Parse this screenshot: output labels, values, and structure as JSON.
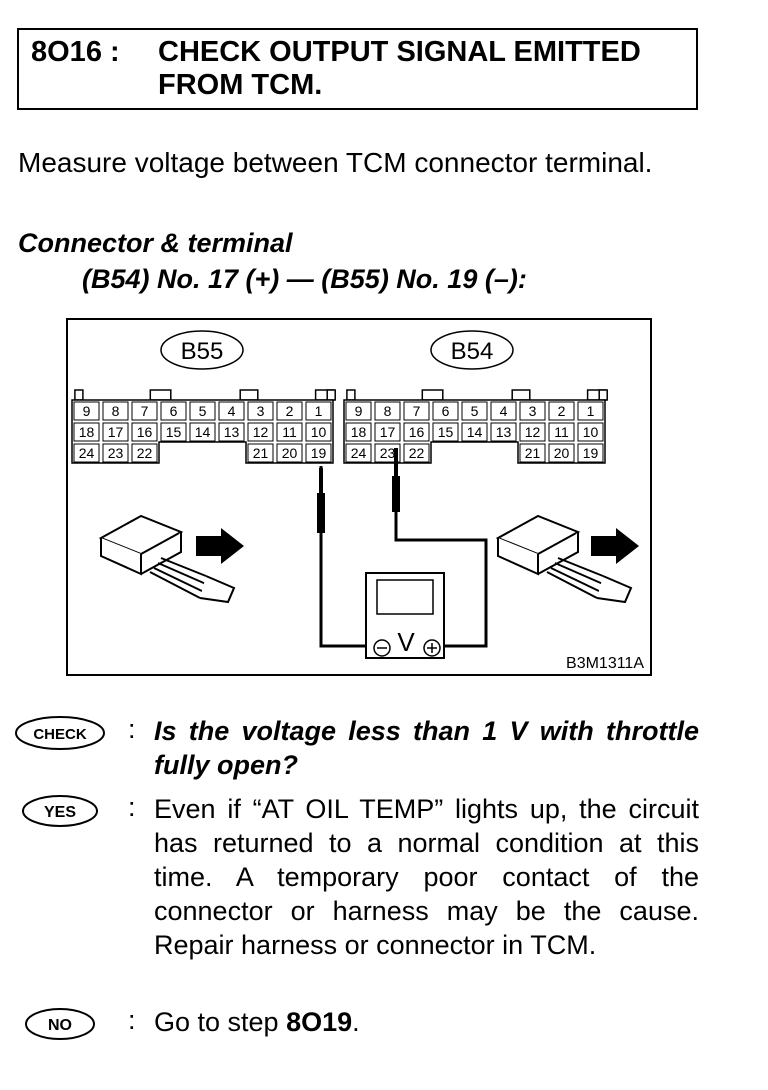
{
  "step": {
    "number": "8O16 :",
    "title": "CHECK OUTPUT SIGNAL EMITTED FROM TCM."
  },
  "intro": "Measure voltage between TCM connector terminal.",
  "connector": {
    "heading": "Connector & terminal",
    "terminals": "(B54) No. 17 (+) — (B55) No. 19 (–):"
  },
  "figure": {
    "label_b55": "B55",
    "label_b54": "B54",
    "b55_pins": {
      "row1": [
        "9",
        "8",
        "7",
        "6",
        "5",
        "4",
        "3",
        "2",
        "1"
      ],
      "row2": [
        "18",
        "17",
        "16",
        "15",
        "14",
        "13",
        "12",
        "11",
        "10"
      ],
      "row3_left": [
        "24",
        "23",
        "22"
      ],
      "row3_right": [
        "21",
        "20",
        "19"
      ]
    },
    "b54_pins": {
      "row1": [
        "9",
        "8",
        "7",
        "6",
        "5",
        "4",
        "3",
        "2",
        "1"
      ],
      "row2": [
        "18",
        "17",
        "16",
        "15",
        "14",
        "13",
        "12",
        "11",
        "10"
      ],
      "row3_left": [
        "24",
        "23",
        "22"
      ],
      "row3_right": [
        "21",
        "20",
        "19"
      ]
    },
    "meter_letter": "V",
    "code": "B3M1311A"
  },
  "check": {
    "badge": "CHECK",
    "colon": ":",
    "text": "Is the voltage less than 1 V with throttle fully open?"
  },
  "yes": {
    "badge": "YES",
    "colon": ":",
    "text": "Even if “AT OIL TEMP” lights up, the circuit has returned to a normal condition at this time. A temporary poor contact of the connector or harness may be the cause. Repair harness or connector in TCM."
  },
  "no": {
    "badge": "NO",
    "colon": ":",
    "text_prefix": "Go to step ",
    "step_ref": "8O19",
    "text_suffix": "."
  }
}
